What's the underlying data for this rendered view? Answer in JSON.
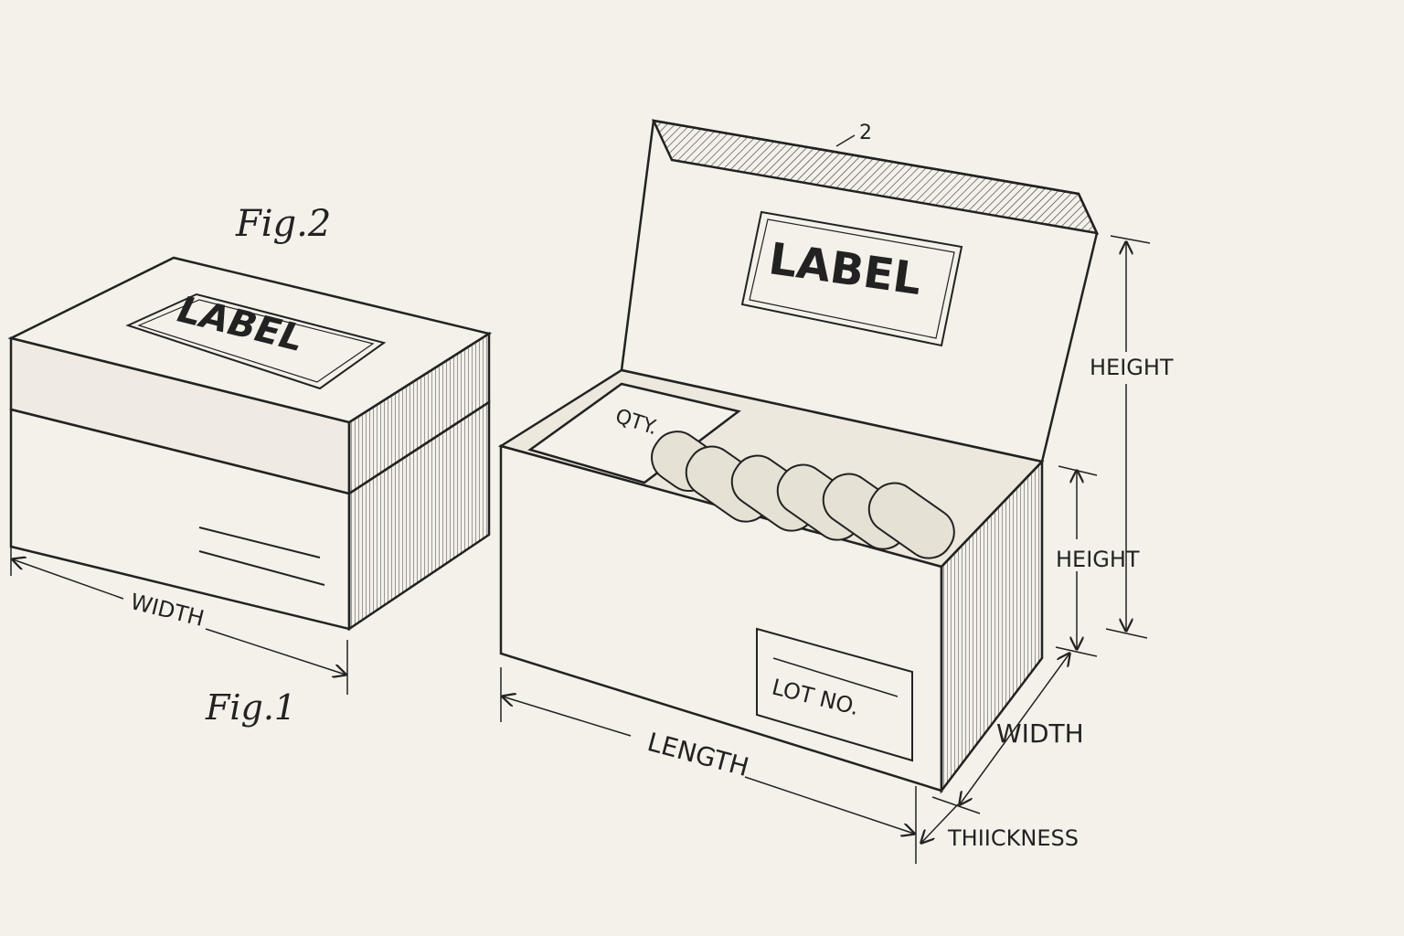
{
  "figures": {
    "fig1": {
      "caption": "Fig.1",
      "lid_label": "LABEL",
      "dimension": "WIDTH"
    },
    "fig2": {
      "caption": "Fig.2"
    },
    "open_box": {
      "reference_number": "2",
      "lid_label": "LABEL",
      "insert_label": "QTY.",
      "lot_label": "LOT NO.",
      "dimensions": {
        "height_outer": "HEIGHT",
        "height_inner": "HEIGHT",
        "width": "WIDTH",
        "length": "LENGTH",
        "thickness": "THIICKNESS"
      },
      "roll_count": 6
    }
  },
  "colors": {
    "background": "#f4f1ea",
    "ink": "#222222"
  }
}
